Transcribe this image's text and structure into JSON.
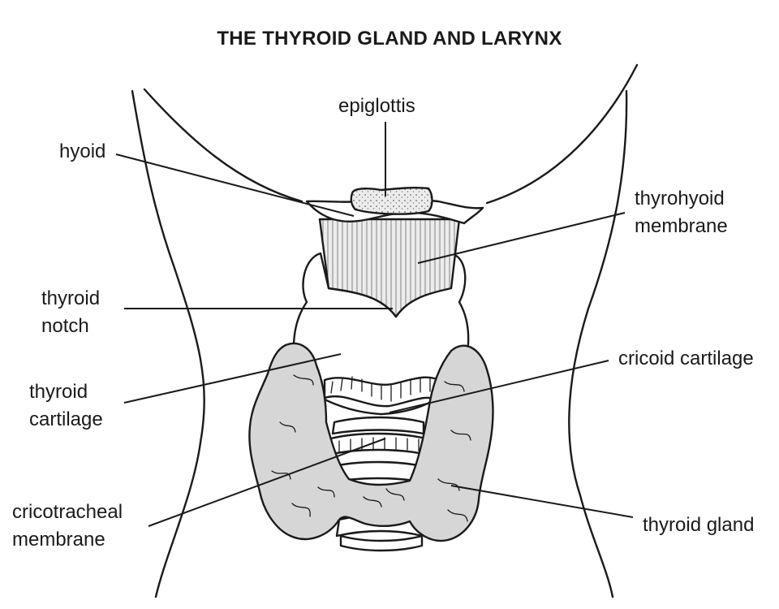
{
  "title": "THE THYROID GLAND AND LARYNX",
  "labels": {
    "epiglottis": "epiglottis",
    "hyoid": "hyoid",
    "thyrohyoid_line1": "thyrohyoid",
    "thyrohyoid_line2": "membrane",
    "thyroid_notch_line1": "thyroid",
    "thyroid_notch_line2": "notch",
    "cricoid_cartilage": "cricoid cartilage",
    "thyroid_cartilage_line1": "thyroid",
    "thyroid_cartilage_line2": "cartilage",
    "cricotracheal_line1": "cricotracheal",
    "cricotracheal_line2": "membrane",
    "thyroid_gland": "thyroid gland"
  },
  "colors": {
    "ink": "#1a1a1a",
    "gland_fill": "#d6d6d6",
    "epiglottis_fill": "#e6e6e6",
    "background": "#ffffff"
  }
}
